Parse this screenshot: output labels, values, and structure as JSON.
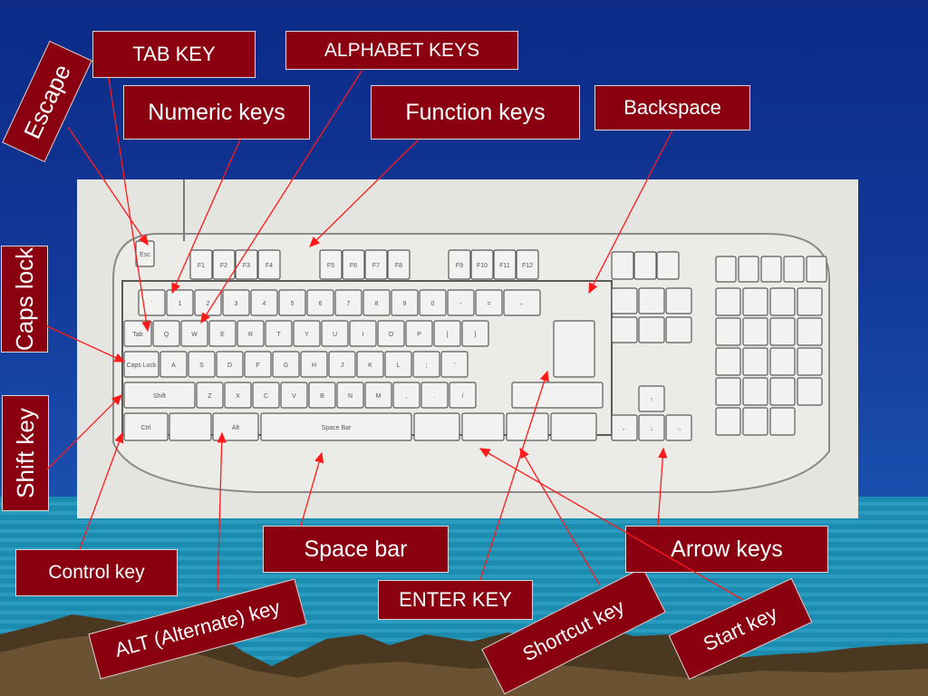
{
  "labels": {
    "tab_key": "TAB KEY",
    "alphabet_keys": "ALPHABET KEYS",
    "escape": "Escape",
    "numeric_keys": "Numeric keys",
    "function_keys": "Function keys",
    "backspace": "Backspace",
    "caps_lock": "Caps lock",
    "shift_key": "Shift key",
    "control_key": "Control key",
    "alt_key": "ALT (Alternate) key",
    "space_bar": "Space bar",
    "enter_key": "ENTER KEY",
    "shortcut_key": "Shortcut key",
    "arrow_keys": "Arrow keys",
    "start_key": "Start key"
  },
  "keyboard": {
    "function_row": [
      "F1",
      "F2",
      "F3",
      "F4",
      "F5",
      "F6",
      "F7",
      "F8",
      "F9",
      "F10",
      "F11",
      "F12"
    ],
    "number_row": [
      "`",
      "1",
      "2",
      "3",
      "4",
      "5",
      "6",
      "7",
      "8",
      "9",
      "0",
      "-",
      "="
    ],
    "top_row": [
      "Q",
      "W",
      "E",
      "R",
      "T",
      "Y",
      "U",
      "I",
      "O",
      "P",
      "[",
      "]"
    ],
    "home_row": [
      "A",
      "S",
      "D",
      "F",
      "G",
      "H",
      "J",
      "K",
      "L",
      ";",
      "'"
    ],
    "bottom_row": [
      "Z",
      "X",
      "C",
      "V",
      "B",
      "N",
      "M",
      ",",
      ".",
      "/"
    ],
    "tab": "Tab",
    "caps": "Caps Lock",
    "shift": "Shift",
    "ctrl": "Ctrl",
    "alt": "Alt",
    "space": "Space Bar",
    "esc": "Esc"
  },
  "colors": {
    "label_bg": "#8b0010",
    "label_text": "#ffffff",
    "arrow": "#ff1a1a",
    "photo_bg": "#e4e4e1",
    "key": "#f2f2f0",
    "key_border": "#5a5a5a"
  }
}
